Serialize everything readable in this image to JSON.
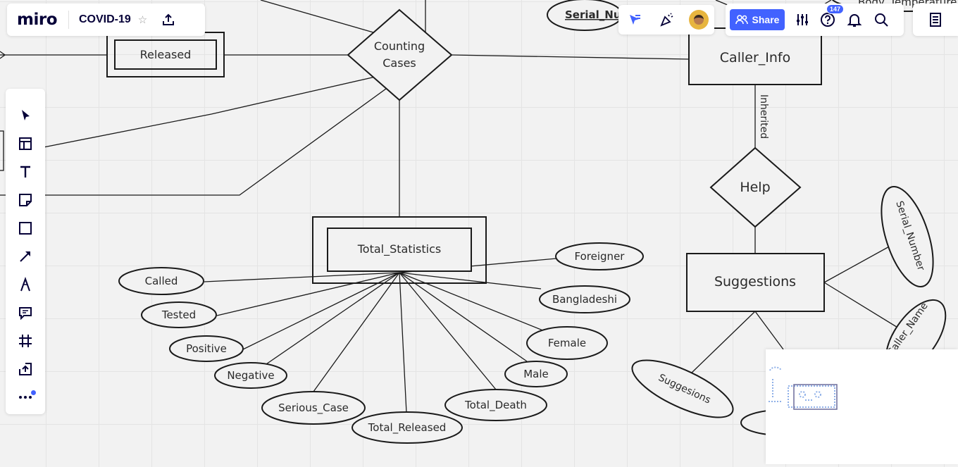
{
  "app": {
    "logo": "miro",
    "board_name": "COVID-19"
  },
  "header": {
    "star_icon": "star-icon",
    "upload_icon": "upload-icon",
    "cursor_icon": "collaborator-cursors-icon",
    "reactions_icon": "party-popper-icon",
    "share_label": "Share",
    "settings_icon": "sliders-icon",
    "help_icon": "question-icon",
    "help_badge": "147",
    "notifications_icon": "bell-icon",
    "search_icon": "search-icon",
    "notes_icon": "notes-icon"
  },
  "toolbar": {
    "tools": [
      "select",
      "templates",
      "text",
      "sticky-note",
      "rectangle",
      "connection-line",
      "pen",
      "comment",
      "frame",
      "upload",
      "more"
    ]
  },
  "diagram": {
    "entities": {
      "released": "Released",
      "total_statistics": "Total_Statistics",
      "caller_info": "Caller_Info",
      "suggestions": "Suggestions"
    },
    "relationships": {
      "counting_cases_1": "Counting",
      "counting_cases_2": "Cases",
      "help": "Help"
    },
    "edge_labels": {
      "inherited": "Inherited"
    },
    "attributes": {
      "serial_number_top": "Serial_Nu",
      "body_temperature": "Body_Temperature",
      "foreigner": "Foreigner",
      "called": "Called",
      "bangladeshi": "Bangladeshi",
      "tested": "Tested",
      "female": "Female",
      "positive": "Positive",
      "male": "Male",
      "negative": "Negative",
      "total_death": "Total_Death",
      "serious_case": "Serious_Case",
      "total_released": "Total_Released",
      "serial_number_right": "Serial_Number",
      "caller_name": "Caller_Name",
      "suggesions": "Suggesions"
    }
  },
  "colors": {
    "accent": "#4262ff",
    "canvas": "#f2f2f2",
    "stroke": "#1a1a1a",
    "logo": "#050038"
  }
}
